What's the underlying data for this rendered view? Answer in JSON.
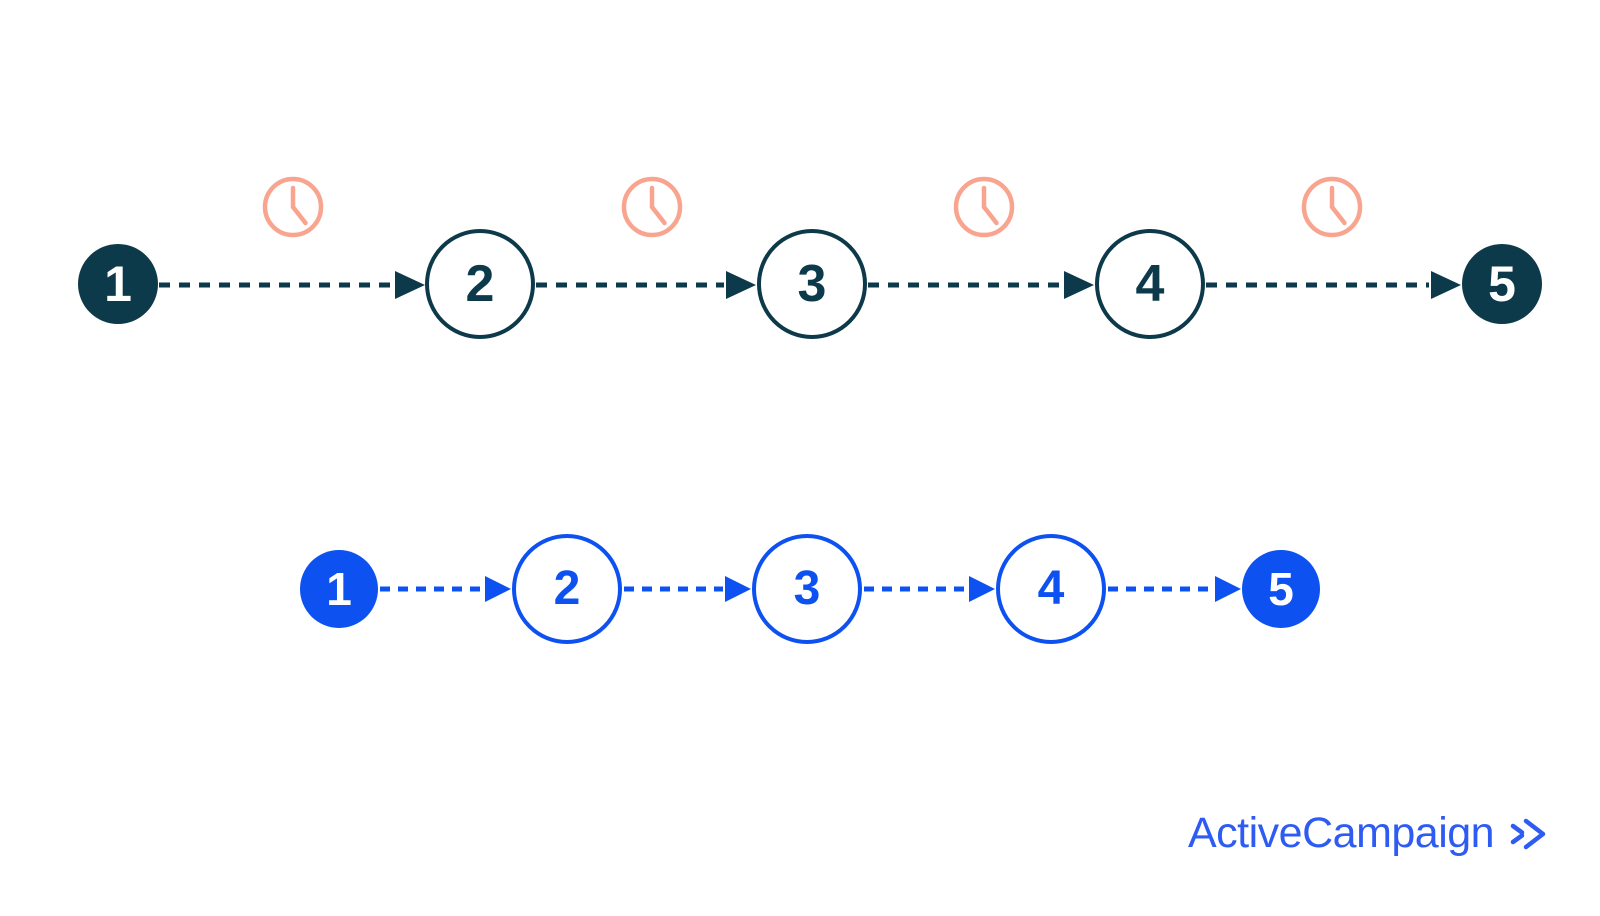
{
  "diagram": {
    "top_flow": {
      "steps": [
        {
          "label": "1",
          "style": "filled"
        },
        {
          "label": "2",
          "style": "outline"
        },
        {
          "label": "3",
          "style": "outline"
        },
        {
          "label": "4",
          "style": "outline"
        },
        {
          "label": "5",
          "style": "filled"
        }
      ],
      "connector": "dashed-arrow",
      "between_icon": "clock",
      "color": "#0D3A4A",
      "icon_color": "#F9A48F"
    },
    "bottom_flow": {
      "steps": [
        {
          "label": "1",
          "style": "filled"
        },
        {
          "label": "2",
          "style": "outline"
        },
        {
          "label": "3",
          "style": "outline"
        },
        {
          "label": "4",
          "style": "outline"
        },
        {
          "label": "5",
          "style": "filled"
        }
      ],
      "connector": "dashed-arrow",
      "color": "#0D52F0"
    },
    "logo": {
      "text": "ActiveCampaign",
      "mark": "double-chevron",
      "color": "#2E5CF3"
    }
  }
}
